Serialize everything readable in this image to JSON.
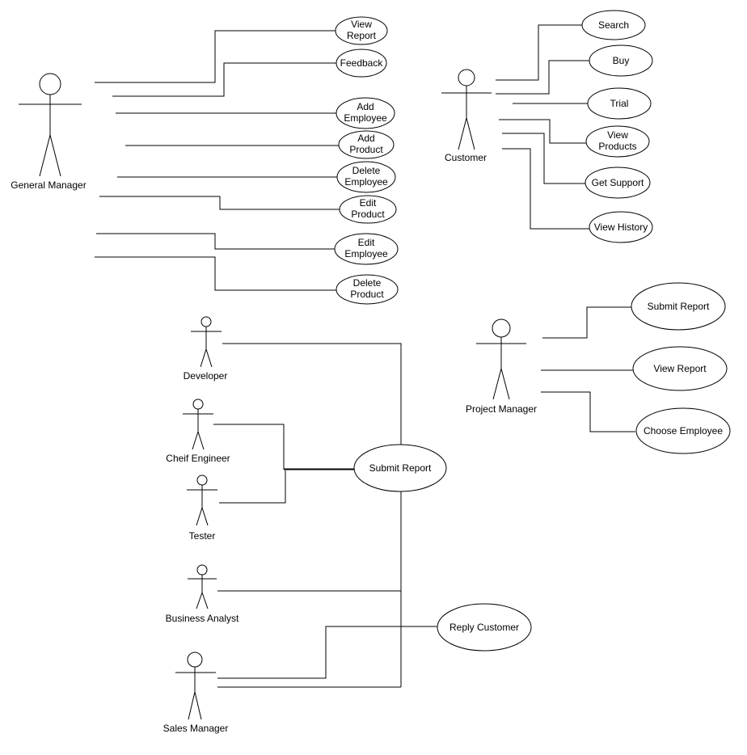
{
  "actors": {
    "general_manager": "General Manager",
    "customer": "Customer",
    "developer": "Developer",
    "chief_engineer": "Cheif Engineer",
    "tester": "Tester",
    "business_analyst": "Business Analyst",
    "sales_manager": "Sales Manager",
    "project_manager": "Project Manager"
  },
  "use_cases": {
    "gm_view_report": [
      "View",
      "Report"
    ],
    "gm_feedback": [
      "Feedback"
    ],
    "gm_add_employee": [
      "Add",
      "Employee"
    ],
    "gm_add_product": [
      "Add",
      "Product"
    ],
    "gm_delete_employee": [
      "Delete",
      "Employee"
    ],
    "gm_edit_product": [
      "Edit",
      "Product"
    ],
    "gm_edit_employee": [
      "Edit",
      "Employee"
    ],
    "gm_delete_product": [
      "Delete",
      "Product"
    ],
    "cu_search": [
      "Search"
    ],
    "cu_buy": [
      "Buy"
    ],
    "cu_trial": [
      "Trial"
    ],
    "cu_view_products": [
      "View",
      "Products"
    ],
    "cu_get_support": [
      "Get Support"
    ],
    "cu_view_history": [
      "View History"
    ],
    "pm_submit_report": [
      "Submit Report"
    ],
    "pm_view_report": [
      "View Report"
    ],
    "pm_choose_employee": [
      "Choose Employee"
    ],
    "team_submit_report": [
      "Submit Report"
    ],
    "sm_reply_customer": [
      "Reply Customer"
    ]
  }
}
